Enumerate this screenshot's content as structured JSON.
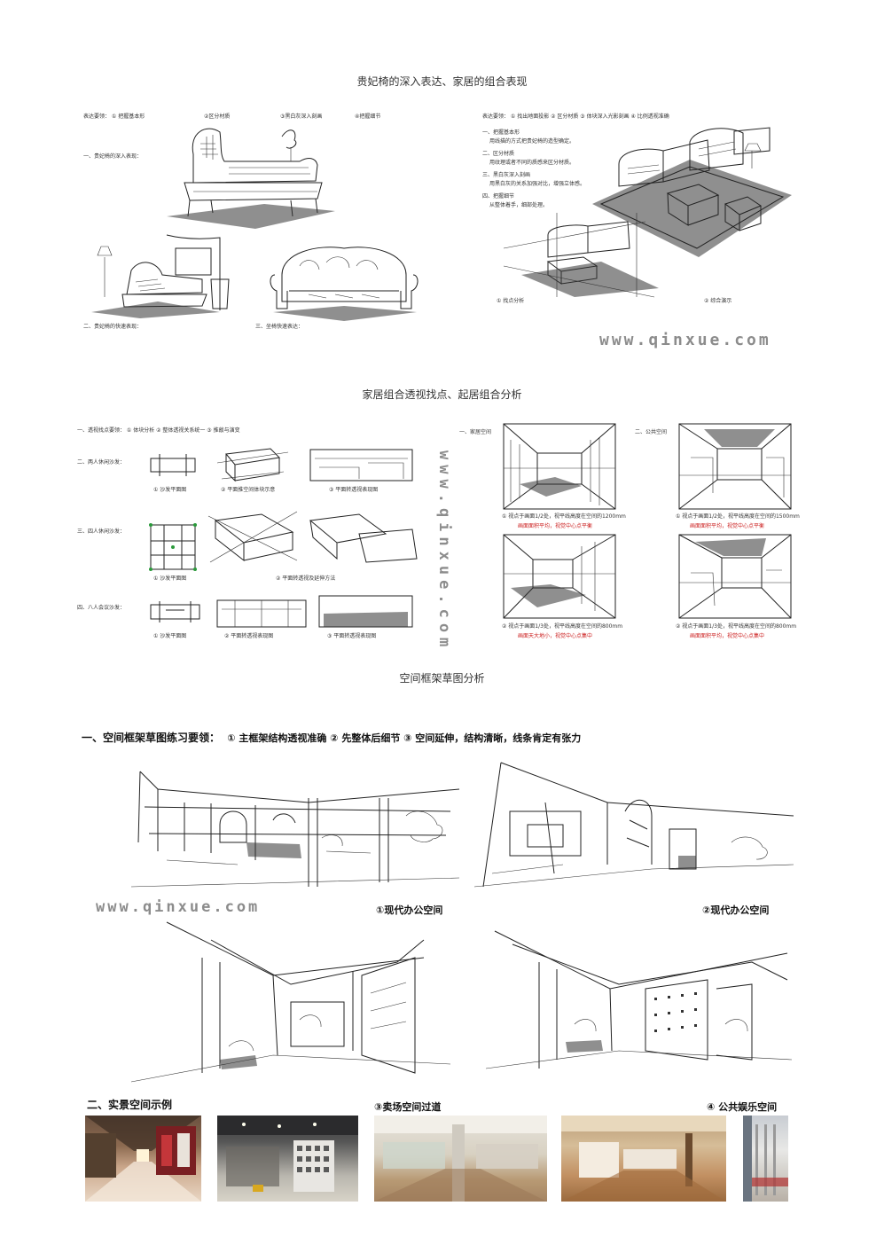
{
  "sections": {
    "s1_title": "贵妃椅的深入表达、家居的组合表现",
    "s2_title": "家居组合透视找点、起居组合分析",
    "s3_title": "空间框架草图分析"
  },
  "watermark": "www.qinxue.com",
  "sheet1": {
    "header": "表达要领： ① 把握基本形",
    "h2": "②区分材质",
    "h3": "③黑白灰深入刻画",
    "h4": "④把握细节",
    "label_deep": "一、贵妃椅的深入表现：",
    "label_quick": "二、贵妃椅的快速表现：",
    "label_sofa": "三、坐椅快速表达："
  },
  "sheet2": {
    "header": "表达要领： ① 找出地面投影   ② 区分材质   ③ 体块深入光影刻画   ④ 比例透视准确",
    "t1": "一、把握基本形",
    "t1d": "用线描的方式把贵妃椅的造型确定。",
    "t2": "二、区分材质",
    "t2d": "用纹理或者不同的质感来区分材质。",
    "t3": "三、黑白灰深入刻画",
    "t3d": "用黑白灰的关系加强对比，增强立体感。",
    "t4": "四、把握细节",
    "t4d": "从整体着手，细部处理。",
    "c1": "① 找点分析",
    "c2": "② 综合演示"
  },
  "sheet3": {
    "header": "一、透视找点要领：    ① 体块分析    ② 整体透视关系统一    ③ 推敲与演变",
    "r1": "二、两人休闲沙发：",
    "r1c1": "① 沙发平面图",
    "r1c2": "② 平面推空间体块示意",
    "r1c3": "③ 平面转透视表现图",
    "r2": "三、四人休闲沙发：",
    "r2c1": "① 沙发平面图",
    "r2c2": "② 平面转透视及延伸方法",
    "r3": "四、八人会议沙发：",
    "r3c1": "① 沙发平面图",
    "r3c2": "② 平面转透视表现图",
    "r3c3": "③ 平面转透视表现图"
  },
  "sheet4": {
    "l1": "一、家居空间",
    "l2": "二、公共空间",
    "a1": "① 视点于画面1/2处，视平线高度在空间的1200mm",
    "a1r": "画面面积平均，视觉中心点平衡",
    "a2": "① 视点于画面1/2处，视平线高度在空间的1500mm",
    "a2r": "画面面积平均，视觉中心点平衡",
    "a3": "② 视点于画面1/3处，视平线高度在空间的800mm",
    "a3r": "画面天大地小，视觉中心点集中",
    "a4": "② 视点于画面1/3处，视平线高度在空间的800mm",
    "a4r": "画面面积平均，视觉中心点集中"
  },
  "framework": {
    "heading": "一、空间框架草图练习要领：",
    "points": "① 主框架结构透视准确  ② 先整体后细节  ③ 空间延伸，结构清晰，线条肯定有张力",
    "cap1": "①现代办公空间",
    "cap2": "②现代办公空间"
  },
  "real": {
    "heading": "二、实景空间示例",
    "cap3": "③卖场空间过道",
    "cap4": "④ 公共娱乐空间"
  },
  "colors": {
    "watermark": "#8c8c8c",
    "red_note": "#cc2020",
    "plan_green": "#2a9a3a"
  }
}
